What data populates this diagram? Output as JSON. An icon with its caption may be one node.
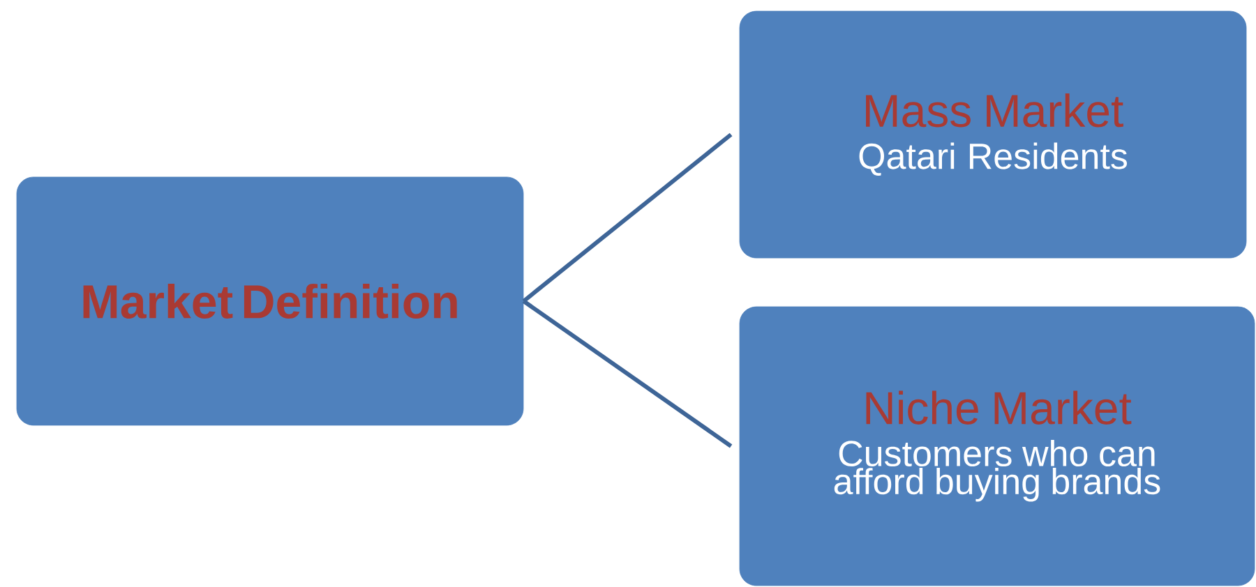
{
  "diagram": {
    "nodes": [
      {
        "text": [
          "Market Definition"
        ]
      },
      {
        "text": [
          "Mass Market",
          "Qatari Residents"
        ]
      },
      {
        "text": [
          "Niche Market",
          "Customers who can afford buying brands"
        ]
      }
    ],
    "edges": [
      {
        "from": 0,
        "to": 1,
        "arrow": "none"
      },
      {
        "from": 0,
        "to": 2,
        "arrow": "none"
      }
    ]
  }
}
